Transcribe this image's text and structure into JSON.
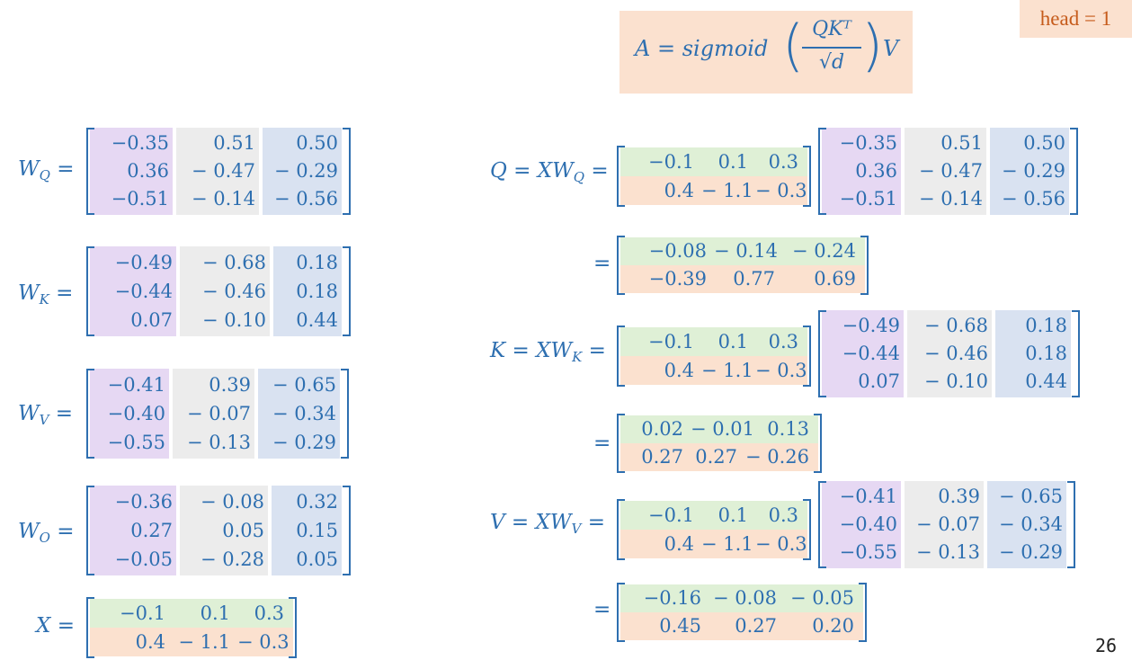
{
  "header": {
    "formula_lhs": "A = sigmoid",
    "formula_num": "QKᵀ",
    "formula_den": "√d",
    "formula_rhs": "V",
    "head_label": "head = 1"
  },
  "page_number": "26",
  "colors": {
    "purple": "#e6d8f3",
    "gray": "#ececec",
    "blue": "#d9e2f1",
    "green": "#dff0d6",
    "orange": "#fbe1cf",
    "text": "#2e6fb0"
  },
  "labels": {
    "WQ": {
      "base": "W",
      "sub": "Q"
    },
    "WK": {
      "base": "W",
      "sub": "K"
    },
    "WV": {
      "base": "W",
      "sub": "V"
    },
    "WO": {
      "base": "W",
      "sub": "O"
    },
    "X": {
      "base": "X",
      "sub": ""
    },
    "Q": {
      "base": "Q = XW",
      "sub": "Q"
    },
    "K": {
      "base": "K = XW",
      "sub": "K"
    },
    "V": {
      "base": "V = XW",
      "sub": "V"
    }
  },
  "equals_sign": "=",
  "matrices": {
    "WQ": [
      [
        "−0.35",
        "0.51",
        "0.50"
      ],
      [
        "0.36",
        "− 0.47",
        "− 0.29"
      ],
      [
        "−0.51",
        "− 0.14",
        "− 0.56"
      ]
    ],
    "WK": [
      [
        "−0.49",
        "− 0.68",
        "0.18"
      ],
      [
        "−0.44",
        "− 0.46",
        "0.18"
      ],
      [
        "0.07",
        "− 0.10",
        "0.44"
      ]
    ],
    "WV": [
      [
        "−0.41",
        "0.39",
        "− 0.65"
      ],
      [
        "−0.40",
        "− 0.07",
        "− 0.34"
      ],
      [
        "−0.55",
        "− 0.13",
        "− 0.29"
      ]
    ],
    "WO": [
      [
        "−0.36",
        "− 0.08",
        "0.32"
      ],
      [
        "0.27",
        "0.05",
        "0.15"
      ],
      [
        "−0.05",
        "− 0.28",
        "0.05"
      ]
    ],
    "X": [
      [
        "−0.1",
        "0.1",
        "0.3"
      ],
      [
        "0.4",
        "− 1.1",
        "− 0.3"
      ]
    ],
    "Qres": [
      [
        "−0.08",
        "− 0.14",
        "− 0.24"
      ],
      [
        "−0.39",
        "0.77",
        "0.69"
      ]
    ],
    "Kres": [
      [
        "0.02",
        "− 0.01",
        "0.13"
      ],
      [
        "0.27",
        "0.27",
        "− 0.26"
      ]
    ],
    "Vres": [
      [
        "−0.16",
        "− 0.08",
        "− 0.05"
      ],
      [
        "0.45",
        "0.27",
        "0.20"
      ]
    ]
  }
}
